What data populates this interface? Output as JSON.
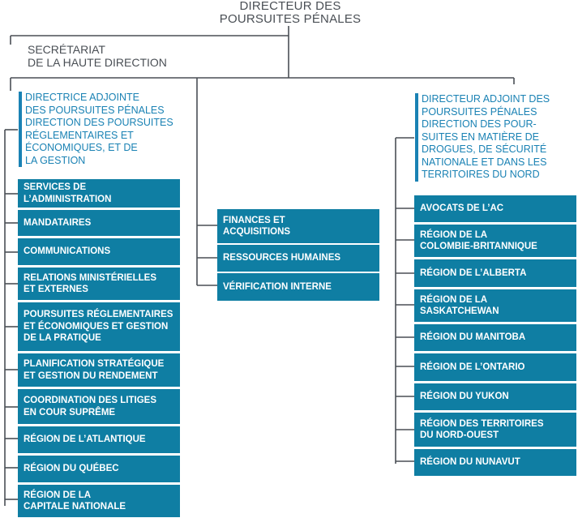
{
  "top": {
    "title": "DIRECTEUR DES\nPOURSUITES PÉNALES"
  },
  "secretariat": {
    "label": "SECRÉTARIAT\nDE LA HAUTE DIRECTION"
  },
  "left_head": {
    "label": "DIRECTRICE ADJOINTE\nDES POURSUITES PÉNALES\nDIRECTION DES POURSUITES\nRÉGLEMENTAIRES ET\nÉCONOMIQUES, ET DE\nLA GESTION"
  },
  "right_head": {
    "label": "DIRECTEUR ADJOINT DES\nPOURSUITES PÉNALES\nDIRECTION DES POUR-\nSUITES EN MATIÈRE DE\nDROGUES, DE SÉCURITÉ\nNATIONALE ET DANS LES\nTERRITOIRES DU NORD"
  },
  "left_units": [
    "SERVICES DE\nL’ADMINISTRATION",
    "MANDATAIRES",
    "COMMUNICATIONS",
    "RELATIONS MINISTÉRIELLES\nET EXTERNES",
    "POURSUITES RÉGLEMENTAIRES\nET ÉCONOMIQUES ET GESTION\nDE LA PRATIQUE",
    "PLANIFICATION STRATÉGIQUE\nET GESTION DU RENDEMENT",
    "COORDINATION DES LITIGES\nEN COUR SUPRÊME",
    "RÉGION DE L’ATLANTIQUE",
    "RÉGION DU QUÉBEC",
    "RÉGION DE LA\nCAPITALE NATIONALE"
  ],
  "middle_units": [
    "FINANCES ET\nACQUISITIONS",
    "RESSOURCES HUMAINES",
    "VÉRIFICATION INTERNE"
  ],
  "right_units": [
    "AVOCATS DE L’AC",
    "RÉGION DE LA\nCOLOMBIE-BRITANNIQUE",
    "RÉGION DE L’ALBERTA",
    "RÉGION DE LA\nSASKATCHEWAN",
    "RÉGION DU MANITOBA",
    "RÉGION DE L’ONTARIO",
    "RÉGION DU YUKON",
    "RÉGION DES TERRITOIRES\nDU NORD-OUEST",
    "RÉGION DU NUNAVUT"
  ],
  "colors": {
    "box": "#0f7ea3",
    "heading": "#1a82b4",
    "line": "#4a4f55"
  }
}
